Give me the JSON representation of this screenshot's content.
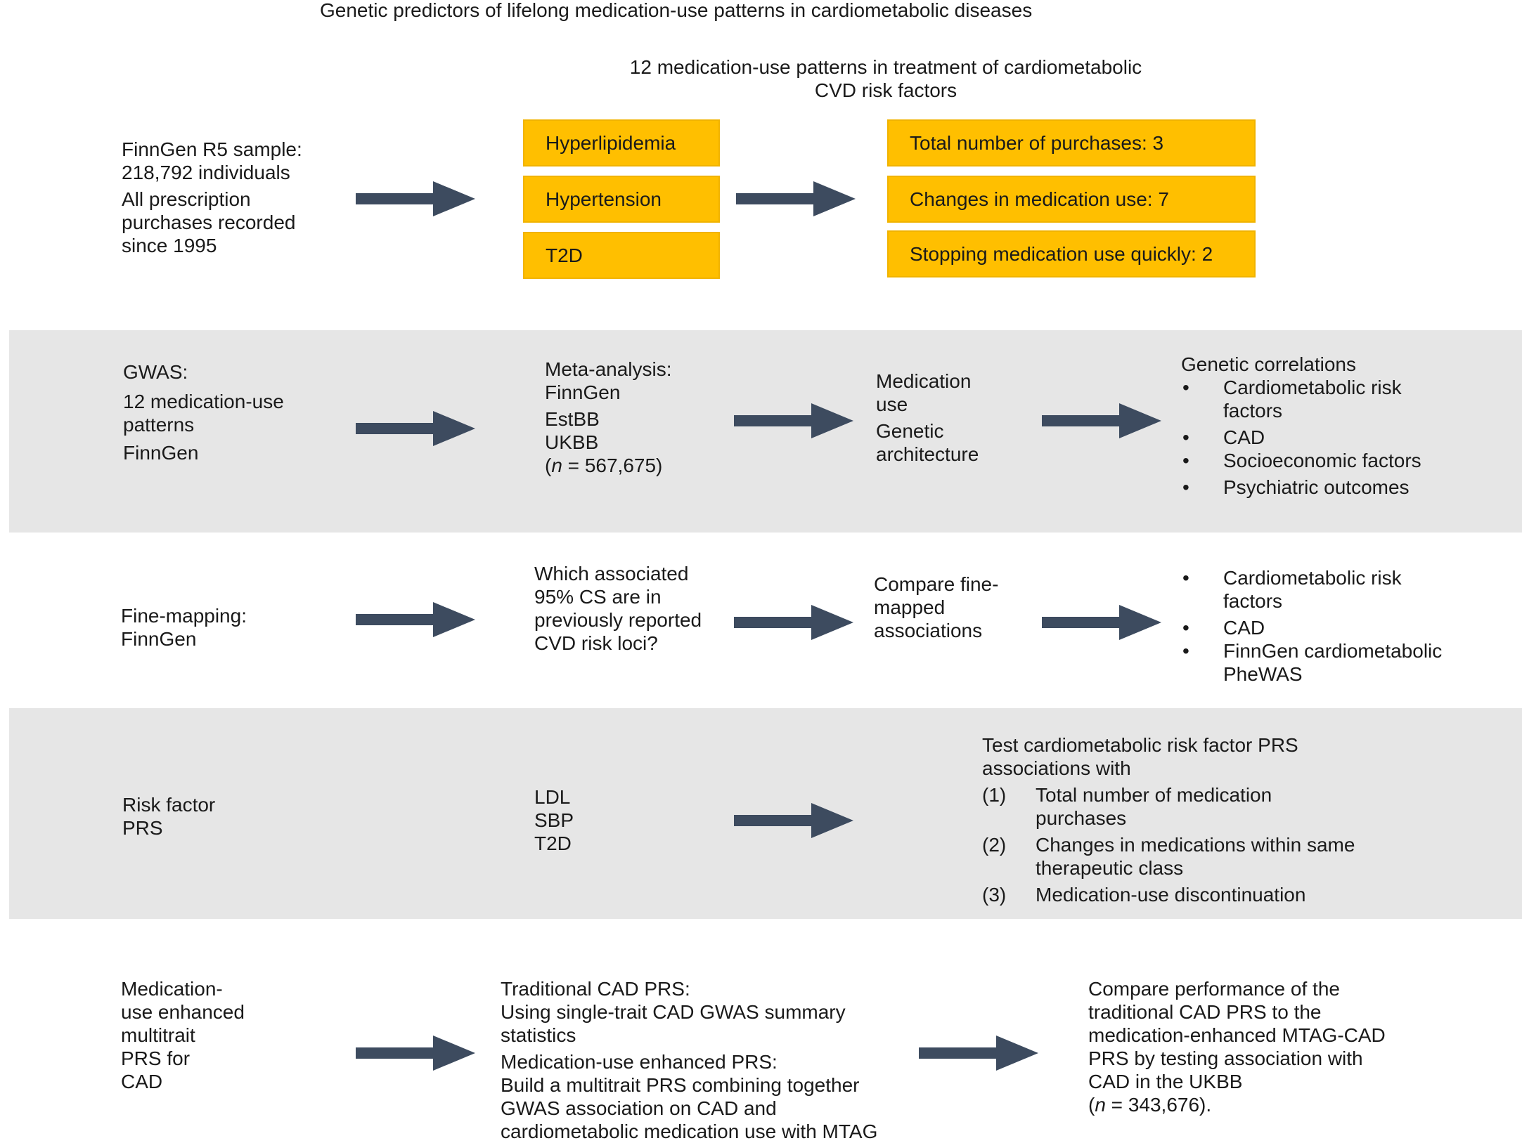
{
  "title": "Genetic predictors of lifelong medication-use patterns in cardiometabolic diseases",
  "patterns_header": [
    "12 medication-use patterns in treatment of cardiometabolic",
    "CVD risk factors"
  ],
  "row1": {
    "sample": [
      "FinnGen R5 sample:",
      "218,792 individuals"
    ],
    "purchases": [
      "All prescription",
      "purchases recorded",
      "since 1995"
    ],
    "diseases": [
      "Hyperlipidemia",
      "Hypertension",
      "T2D"
    ],
    "patterns": [
      "Total number of purchases: 3",
      "Changes in medication use: 7",
      "Stopping medication use quickly: 2"
    ]
  },
  "row2": {
    "gwas_title": "GWAS:",
    "gwas_patterns": [
      "12 medication-use",
      "patterns"
    ],
    "gwas_cohort": "FinnGen",
    "meta_title": "Meta-analysis:",
    "meta_cohorts": [
      "FinnGen",
      "EstBB",
      "UKBB"
    ],
    "meta_n_prefix": "(",
    "meta_n_italic": "n",
    "meta_n_rest": " = 567,675)",
    "medication_use": [
      "Medication",
      "use"
    ],
    "genetic_arch": [
      "Genetic",
      "architecture"
    ],
    "gc_title": "Genetic correlations",
    "gc_items": [
      [
        "Cardiometabolic risk",
        "factors"
      ],
      [
        "CAD"
      ],
      [
        "Socioeconomic factors"
      ],
      [
        "Psychiatric outcomes"
      ]
    ],
    "bullet": "•"
  },
  "row3": {
    "fm_title": [
      "Fine-mapping:",
      "FinnGen"
    ],
    "question": [
      "Which associated",
      "95% CS are in",
      "previously reported",
      "CVD risk loci?"
    ],
    "compare": [
      "Compare fine-",
      "mapped",
      "associations"
    ],
    "items": [
      [
        "Cardiometabolic risk",
        "factors"
      ],
      [
        "CAD"
      ],
      [
        "FinnGen cardiometabolic",
        "PheWAS"
      ]
    ]
  },
  "row4": {
    "label": [
      "Risk factor",
      "PRS"
    ],
    "traits": [
      "LDL",
      "SBP",
      "T2D"
    ],
    "test_title": [
      "Test cardiometabolic risk factor PRS",
      "associations with"
    ],
    "test_items": [
      {
        "num": "(1)",
        "text": [
          "Total number of medication",
          "purchases"
        ]
      },
      {
        "num": "(2)",
        "text": [
          "Changes in medications within same",
          "therapeutic class"
        ]
      },
      {
        "num": "(3)",
        "text": [
          "Medication-use discontinuation"
        ]
      }
    ]
  },
  "row5": {
    "label": [
      "Medication-",
      "use enhanced",
      "multitrait",
      "PRS for",
      "CAD"
    ],
    "traditional": [
      "Traditional CAD PRS:",
      "Using single-trait CAD GWAS summary",
      "statistics"
    ],
    "enhanced": [
      "Medication-use enhanced PRS:",
      "Build a multitrait PRS combining together",
      "GWAS association on CAD and",
      "cardiometabolic medication use with MTAG"
    ],
    "compare": [
      "Compare performance of the",
      "traditional CAD PRS to the",
      "medication-enhanced MTAG-CAD",
      "PRS by testing association with",
      "CAD in the UKBB"
    ],
    "n_prefix": "(",
    "n_italic": "n",
    "n_rest": " = 343,676)."
  },
  "colors": {
    "band": "#e6e6e6",
    "box": "#ffbf00",
    "arrow": "#3d4b5f"
  }
}
